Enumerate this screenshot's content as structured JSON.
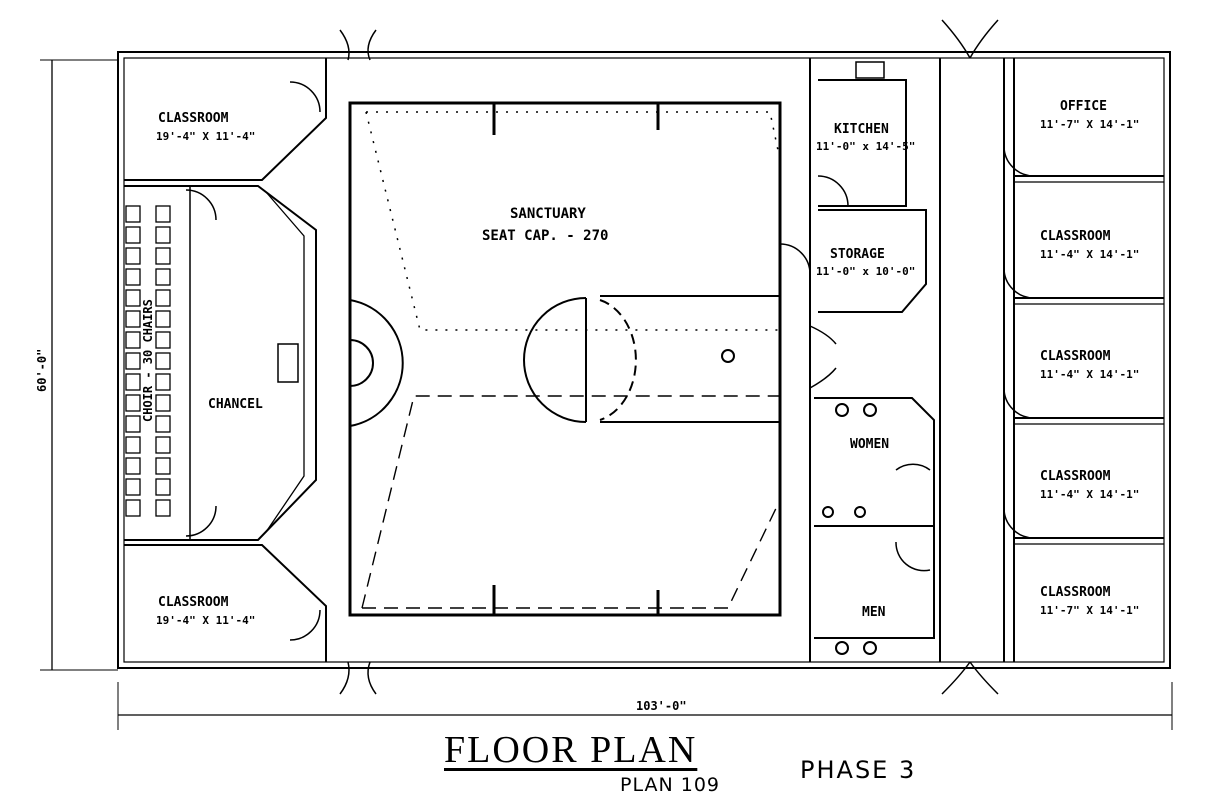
{
  "rooms": {
    "classroom_top_left": {
      "name": "CLASSROOM",
      "size": "19'-4\" X 11'-4\""
    },
    "classroom_bottom_left": {
      "name": "CLASSROOM",
      "size": "19'-4\" X 11'-4\""
    },
    "chancel": {
      "name": "CHANCEL"
    },
    "choir": {
      "name": "CHOIR - 30 CHAIRS"
    },
    "sanctuary": {
      "name": "SANCTUARY",
      "capacity": "SEAT CAP. - 270"
    },
    "kitchen": {
      "name": "KITCHEN",
      "size": "11'-0\" x 14'-5\""
    },
    "storage": {
      "name": "STORAGE",
      "size": "11'-0\" x 10'-0\""
    },
    "women": {
      "name": "WOMEN"
    },
    "men": {
      "name": "MEN"
    },
    "office": {
      "name": "OFFICE",
      "size": "11'-7\" X 14'-1\""
    },
    "classroom_r1": {
      "name": "CLASSROOM",
      "size": "11'-4\" X 14'-1\""
    },
    "classroom_r2": {
      "name": "CLASSROOM",
      "size": "11'-4\" X 14'-1\""
    },
    "classroom_r3": {
      "name": "CLASSROOM",
      "size": "11'-4\" X 14'-1\""
    },
    "classroom_r4": {
      "name": "CLASSROOM",
      "size": "11'-7\" X 14'-1\""
    }
  },
  "dimensions": {
    "width": "103'-0\"",
    "height": "60'-0\""
  },
  "title": {
    "main": "FLOOR PLAN",
    "plan": "PLAN 109",
    "phase": "PHASE 3"
  }
}
